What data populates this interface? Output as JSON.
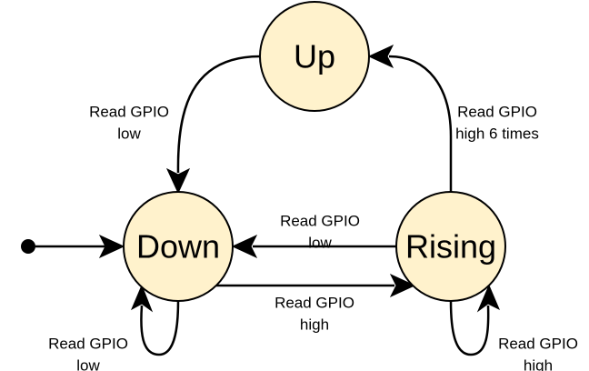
{
  "states": {
    "up": {
      "label": "Up"
    },
    "down": {
      "label": "Down"
    },
    "rising": {
      "label": "Rising"
    }
  },
  "transitions": {
    "up_to_down": {
      "line1": "Read GPIO",
      "line2": "low"
    },
    "rising_to_up": {
      "line1": "Read GPIO",
      "line2": "high 6 times"
    },
    "rising_to_down": {
      "line1": "Read GPIO",
      "line2": "low"
    },
    "down_to_rising": {
      "line1": "Read GPIO",
      "line2": "high"
    },
    "down_self": {
      "line1": "Read GPIO",
      "line2": "low"
    },
    "rising_self": {
      "line1": "Read GPIO",
      "line2": "high"
    }
  },
  "colors": {
    "state_fill": "#fff2cc",
    "stroke": "#000000"
  }
}
